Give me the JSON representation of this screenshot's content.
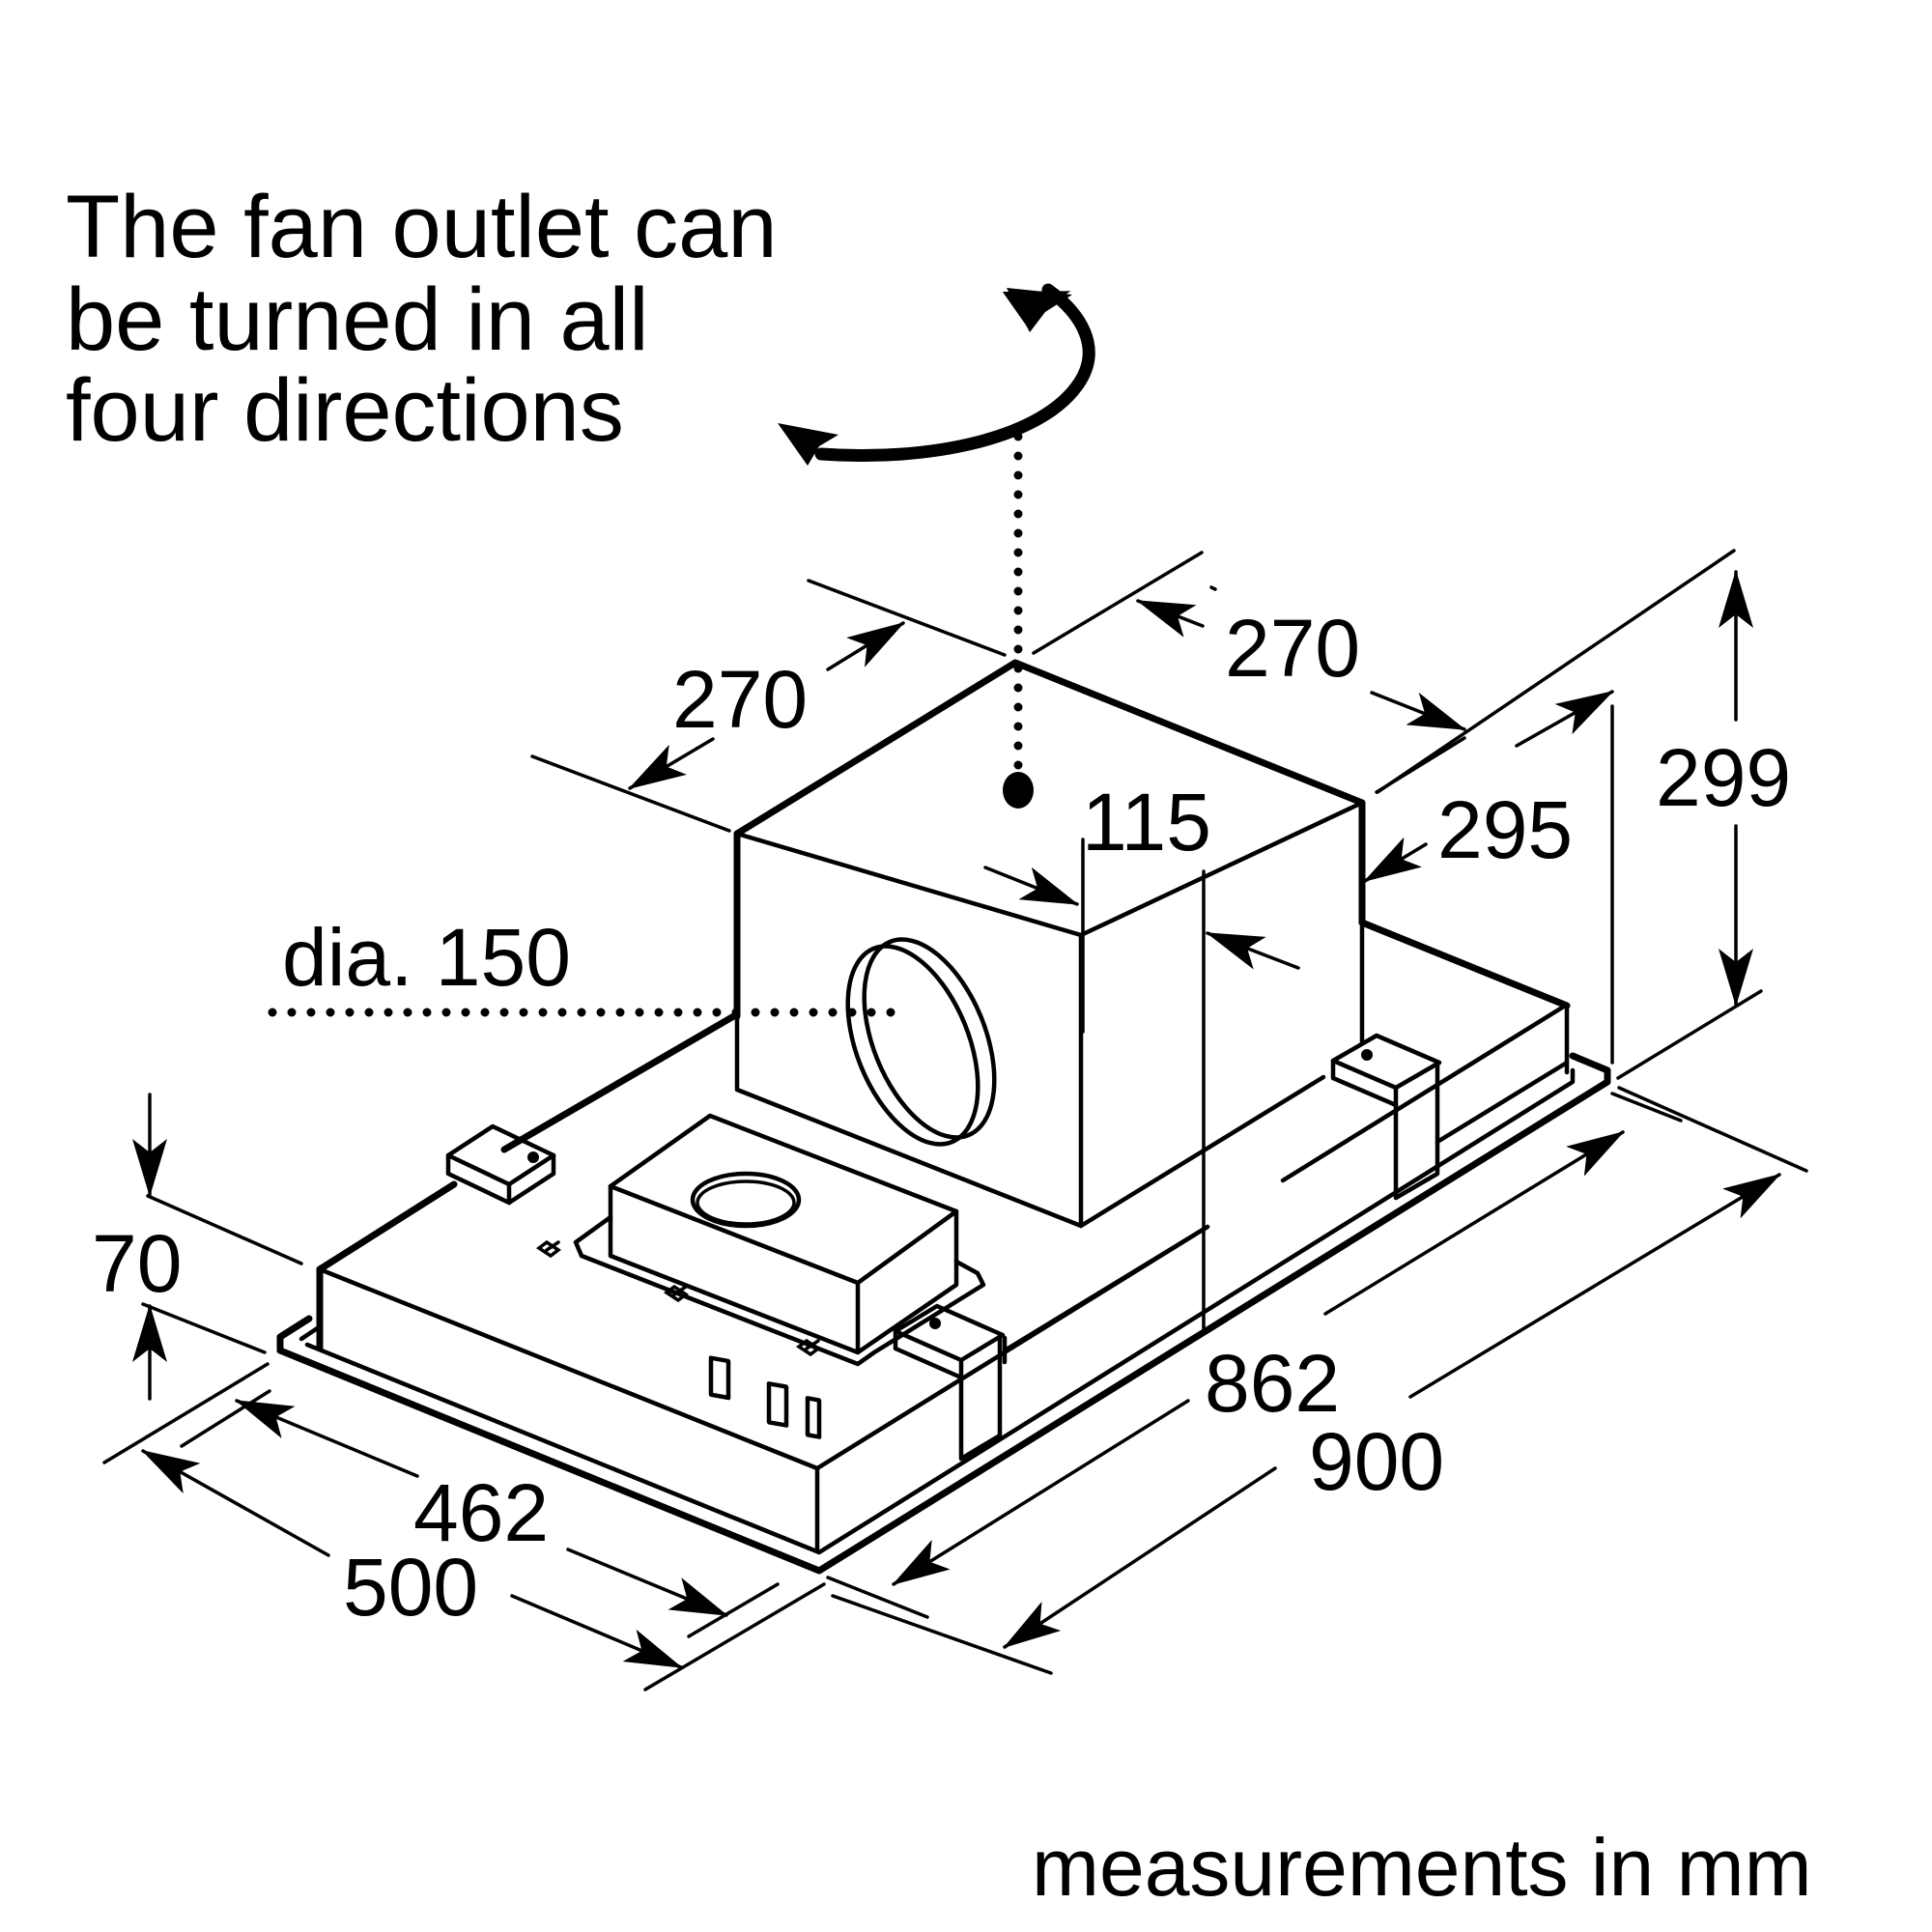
{
  "note": {
    "lines": [
      "The fan outlet can",
      "be turned in all",
      "four directions"
    ]
  },
  "footer": "measurements in mm",
  "dimensions": {
    "outlet_width": "270",
    "outlet_depth": "270",
    "outlet_offset": "115",
    "outlet_diameter": "dia. 150",
    "outlet_height": "295",
    "total_height": "299",
    "base_height": "70",
    "inner_depth": "462",
    "outer_depth": "500",
    "inner_width": "862",
    "outer_width": "900"
  },
  "colors": {
    "ink": "#000000",
    "paper": "#ffffff"
  }
}
